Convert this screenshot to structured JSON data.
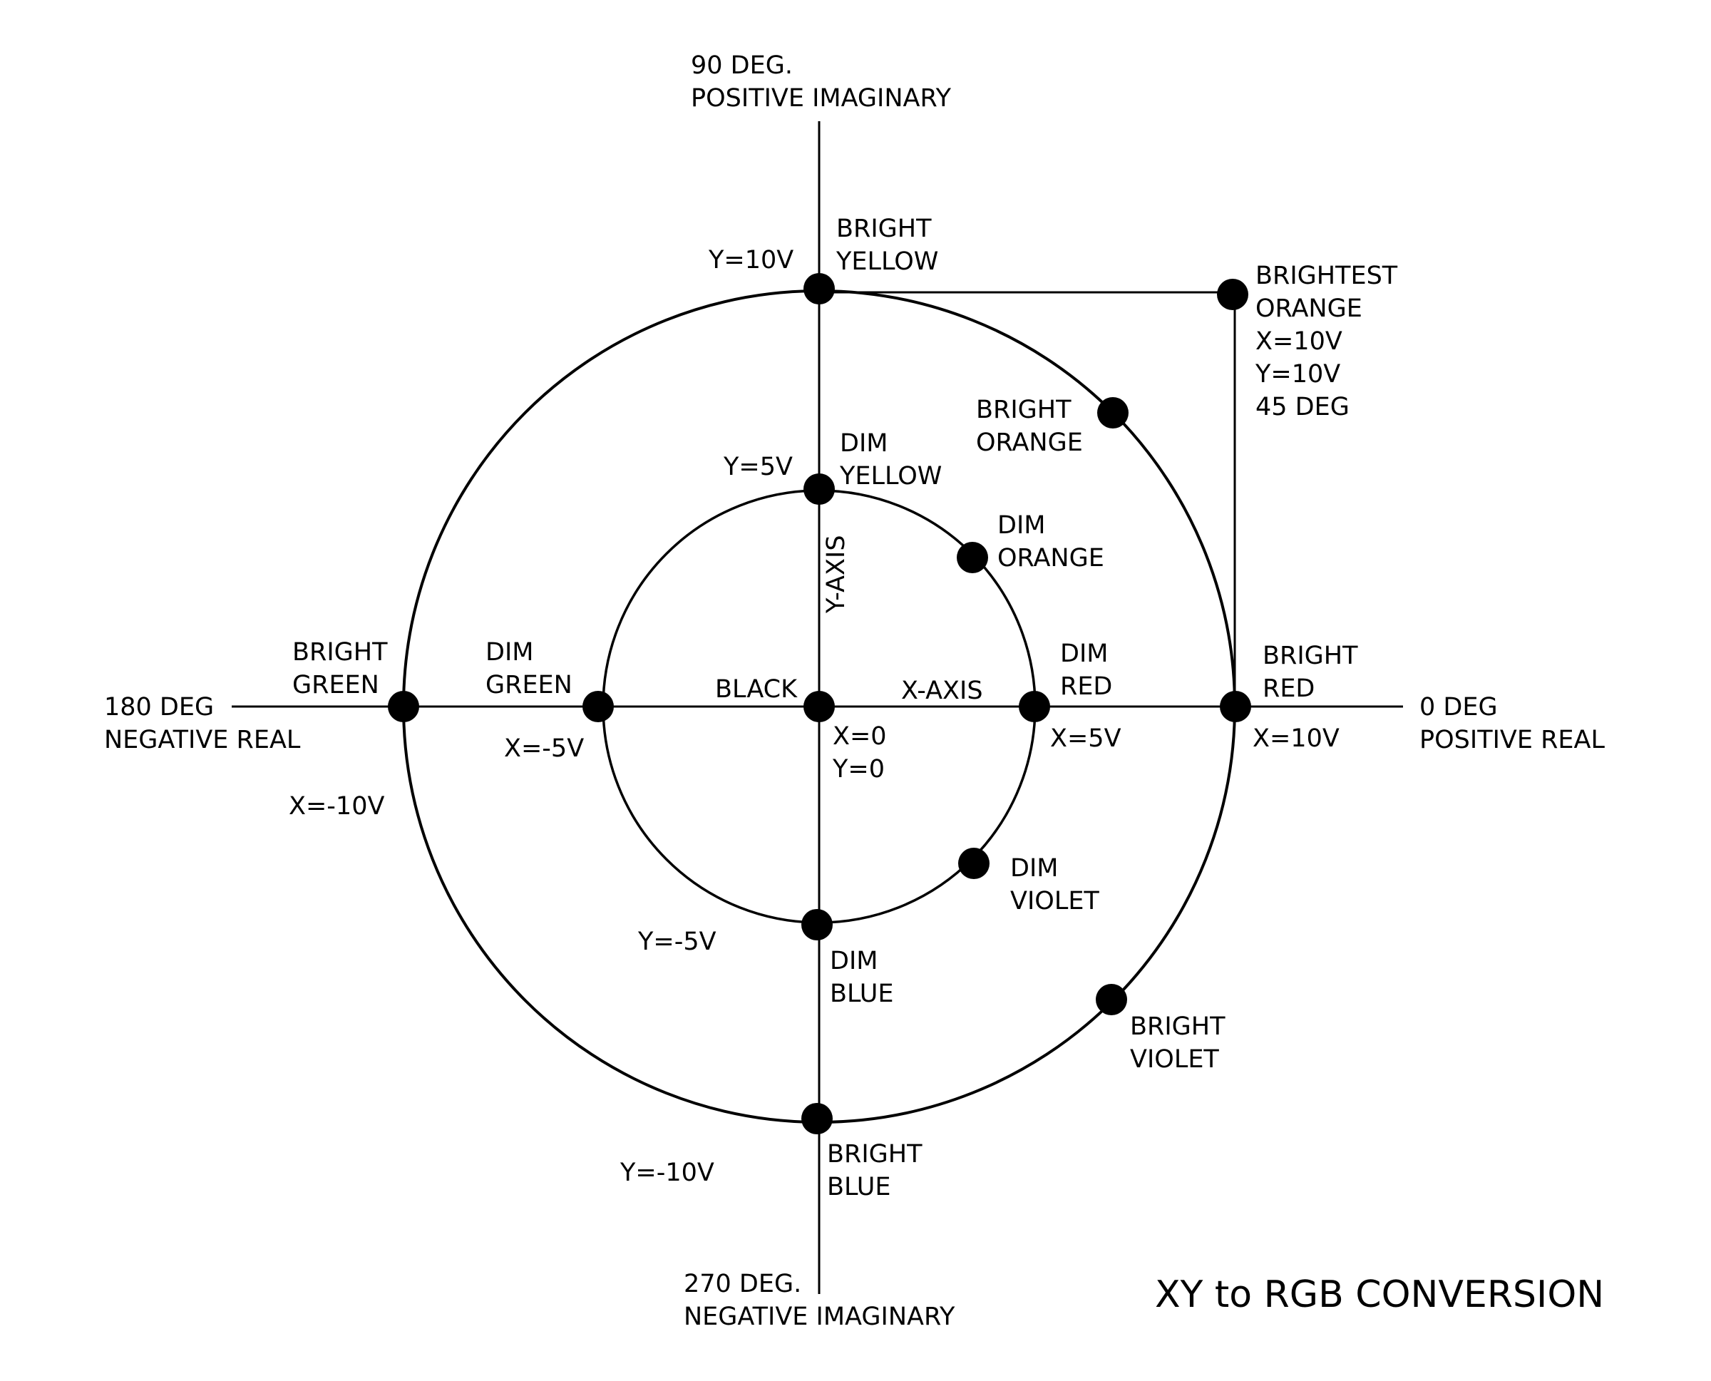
{
  "diagram": {
    "title": "XY to RGB CONVERSION",
    "axes": {
      "deg90": [
        "90 DEG.",
        "POSITIVE IMAGINARY"
      ],
      "deg0": [
        "0 DEG",
        "POSITIVE REAL"
      ],
      "deg180": [
        "180 DEG",
        "NEGATIVE REAL"
      ],
      "deg270": [
        "270 DEG.",
        "NEGATIVE IMAGINARY"
      ],
      "x_axis": "X-AXIS",
      "y_axis": "Y-AXIS"
    },
    "voltage_labels": {
      "y_pos10": "Y=10V",
      "y_pos5": "Y=5V",
      "y_neg5": "Y=-5V",
      "y_neg10": "Y=-10V",
      "x_pos5": "X=5V",
      "x_pos10": "X=10V",
      "x_neg5": "X=-5V",
      "x_neg10": "X=-10V",
      "origin": [
        "X=0",
        "Y=0"
      ]
    },
    "colors": {
      "black": [
        "BLACK"
      ],
      "bright_yellow": [
        "BRIGHT",
        "YELLOW"
      ],
      "dim_yellow": [
        "DIM",
        "YELLOW"
      ],
      "brightest_orange": [
        "BRIGHTEST",
        "ORANGE",
        "X=10V",
        "Y=10V",
        "45 DEG"
      ],
      "bright_orange": [
        "BRIGHT",
        "ORANGE"
      ],
      "dim_orange": [
        "DIM",
        "ORANGE"
      ],
      "bright_green": [
        "BRIGHT",
        "GREEN"
      ],
      "dim_green": [
        "DIM",
        "GREEN"
      ],
      "dim_red": [
        "DIM",
        "RED"
      ],
      "bright_red": [
        "BRIGHT",
        "RED"
      ],
      "dim_violet": [
        "DIM",
        "VIOLET"
      ],
      "bright_violet": [
        "BRIGHT",
        "VIOLET"
      ],
      "dim_blue": [
        "DIM",
        "BLUE"
      ],
      "bright_blue": [
        "BRIGHT",
        "BLUE"
      ]
    },
    "line_color": "#000000",
    "background_color": "#ffffff"
  }
}
